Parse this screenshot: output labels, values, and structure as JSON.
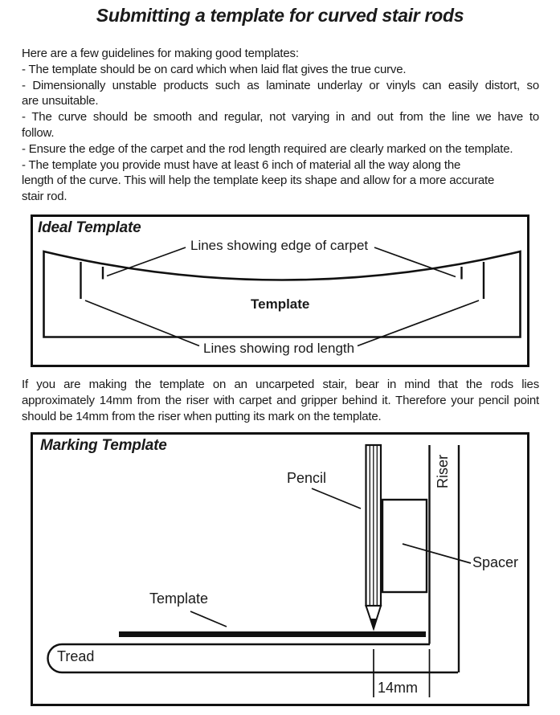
{
  "title": "Submitting a template for curved stair rods",
  "guidelines": {
    "lines": [
      "Here are a few guidelines for making good templates:",
      "- The template should be on card which when laid flat gives the true curve.",
      "- Dimensionally unstable products such as laminate underlay or vinyls can easily distort, so",
      "are unsuitable.",
      "- The curve should be smooth and regular, not varying in and out from the line we have to",
      "follow.",
      "- Ensure the edge of the carpet and the rod length required are clearly marked on the template.",
      "- The template you provide must have at least 6 inch of material all the way along the",
      "length of the curve. This will help the template keep its shape and allow for a more accurate",
      "stair rod."
    ]
  },
  "note": {
    "lines": [
      "If you are making the template on an uncarpeted stair, bear in mind that the rods lies",
      "approximately 14mm from the riser with carpet and gripper behind it. Therefore your pencil point",
      "should be 14mm from the riser when putting its mark on the template."
    ]
  },
  "diagram1": {
    "label": "Ideal Template",
    "carpet_label": "Lines showing edge of carpet",
    "template_label": "Template",
    "rod_label": "Lines showing rod length"
  },
  "diagram2": {
    "label": "Marking Template",
    "pencil_label": "Pencil",
    "riser_label": "Riser",
    "spacer_label": "Spacer",
    "template_label": "Template",
    "tread_label": "Tread",
    "measurement_label": "14mm"
  },
  "colors": {
    "ink": "#111111",
    "background": "#ffffff"
  }
}
